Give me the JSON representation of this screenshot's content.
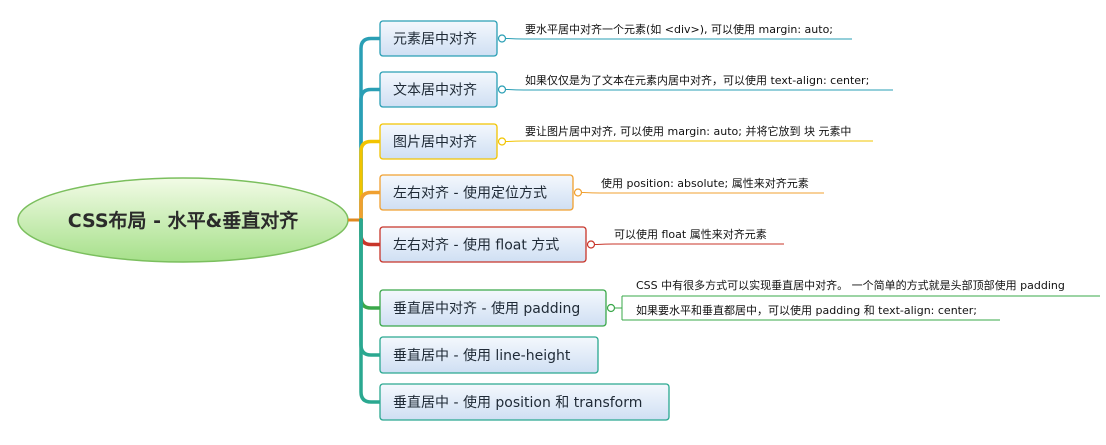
{
  "root": {
    "label": "CSS布局 - 水平&垂直对齐"
  },
  "branches": [
    {
      "label": "元素居中对齐",
      "color": "#2a9fb5",
      "notes": [
        "要水平居中对齐一个元素(如 <div>), 可以使用 margin: auto;"
      ]
    },
    {
      "label": "文本居中对齐",
      "color": "#2a9fb5",
      "notes": [
        "如果仅仅是为了文本在元素内居中对齐，可以使用 text-align: center;"
      ]
    },
    {
      "label": "图片居中对齐",
      "color": "#f2c400",
      "notes": [
        "要让图片居中对齐, 可以使用 margin: auto; 并将它放到 块 元素中"
      ]
    },
    {
      "label": "左右对齐 - 使用定位方式",
      "color": "#f0a030",
      "notes": [
        "使用 position: absolute; 属性来对齐元素"
      ]
    },
    {
      "label": "左右对齐 - 使用 float 方式",
      "color": "#c8352a",
      "notes": [
        "可以使用 float 属性来对齐元素"
      ]
    },
    {
      "label": "垂直居中对齐 - 使用 padding",
      "color": "#3aa84a",
      "notes": [
        "CSS 中有很多方式可以实现垂直居中对齐。 一个简单的方式就是头部顶部使用 padding",
        "如果要水平和垂直都居中，可以使用 padding 和 text-align: center;"
      ]
    },
    {
      "label": "垂直居中 - 使用 line-height",
      "color": "#2aa890",
      "notes": []
    },
    {
      "label": "垂直居中 - 使用 position 和 transform",
      "color": "#2aa890",
      "notes": []
    }
  ],
  "colors": {
    "root_fill_top": "#f2fbe6",
    "root_fill_bottom": "#a6e08a",
    "root_stroke": "#7bbf5e",
    "box_fill_top": "#f4f8fd",
    "box_fill_bottom": "#cfdff3"
  }
}
